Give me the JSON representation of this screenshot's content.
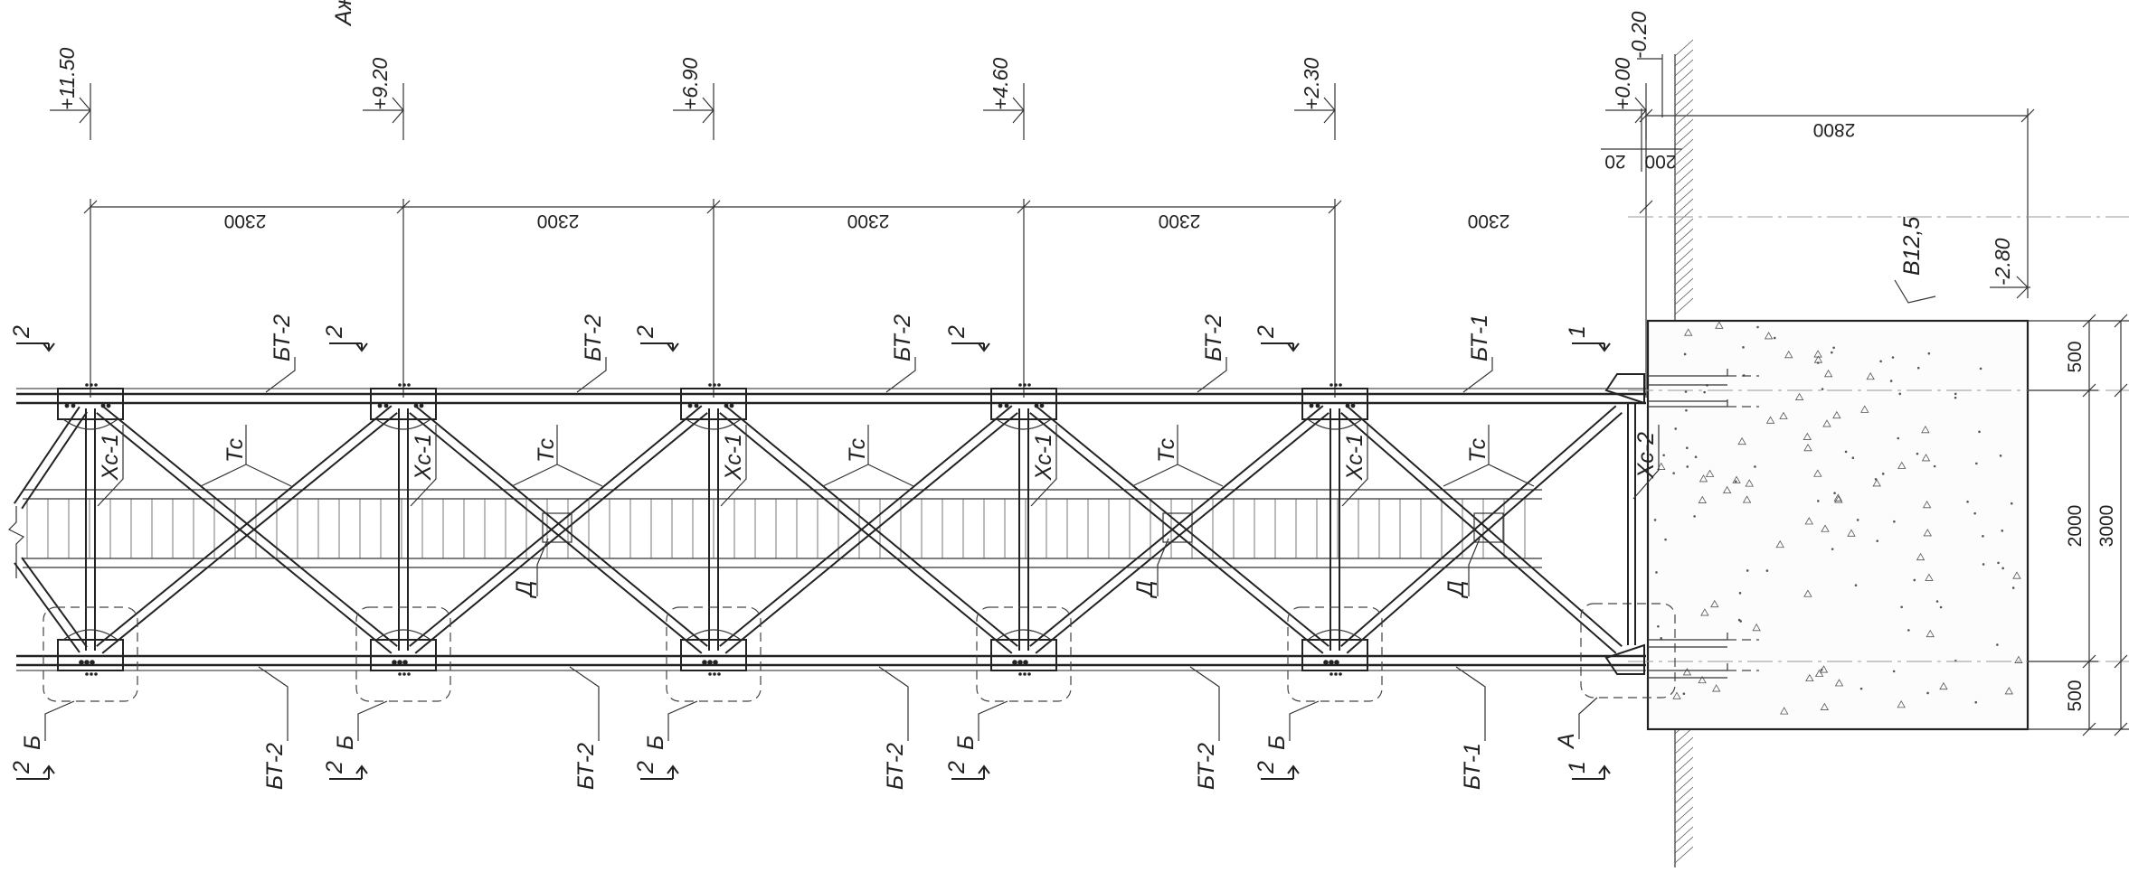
{
  "sheet": {
    "corner_text": "Аж"
  },
  "levels": [
    "+11.50",
    "+9.20",
    "+6.90",
    "+4.60",
    "+2.30",
    "+0.00",
    "-0.20",
    "-2.80"
  ],
  "dimensions": {
    "panel": "2300",
    "total": "2800",
    "offset_a": "200",
    "offset_b": "20",
    "foundation_total": "3000",
    "foundation_edge": "500",
    "foundation_mid": "2000"
  },
  "members": {
    "chord_bottom_panels": "БТ-2",
    "chord_end_panel": "БТ-1",
    "post": "Хс-1",
    "post_end": "Хс-2",
    "tie": "Тс",
    "diaphragm": "Д"
  },
  "nodes": {
    "typical": "Б",
    "support": "А"
  },
  "sections": {
    "typical": "2",
    "support": "1"
  },
  "foundation": {
    "concrete_class": "В12,5"
  }
}
